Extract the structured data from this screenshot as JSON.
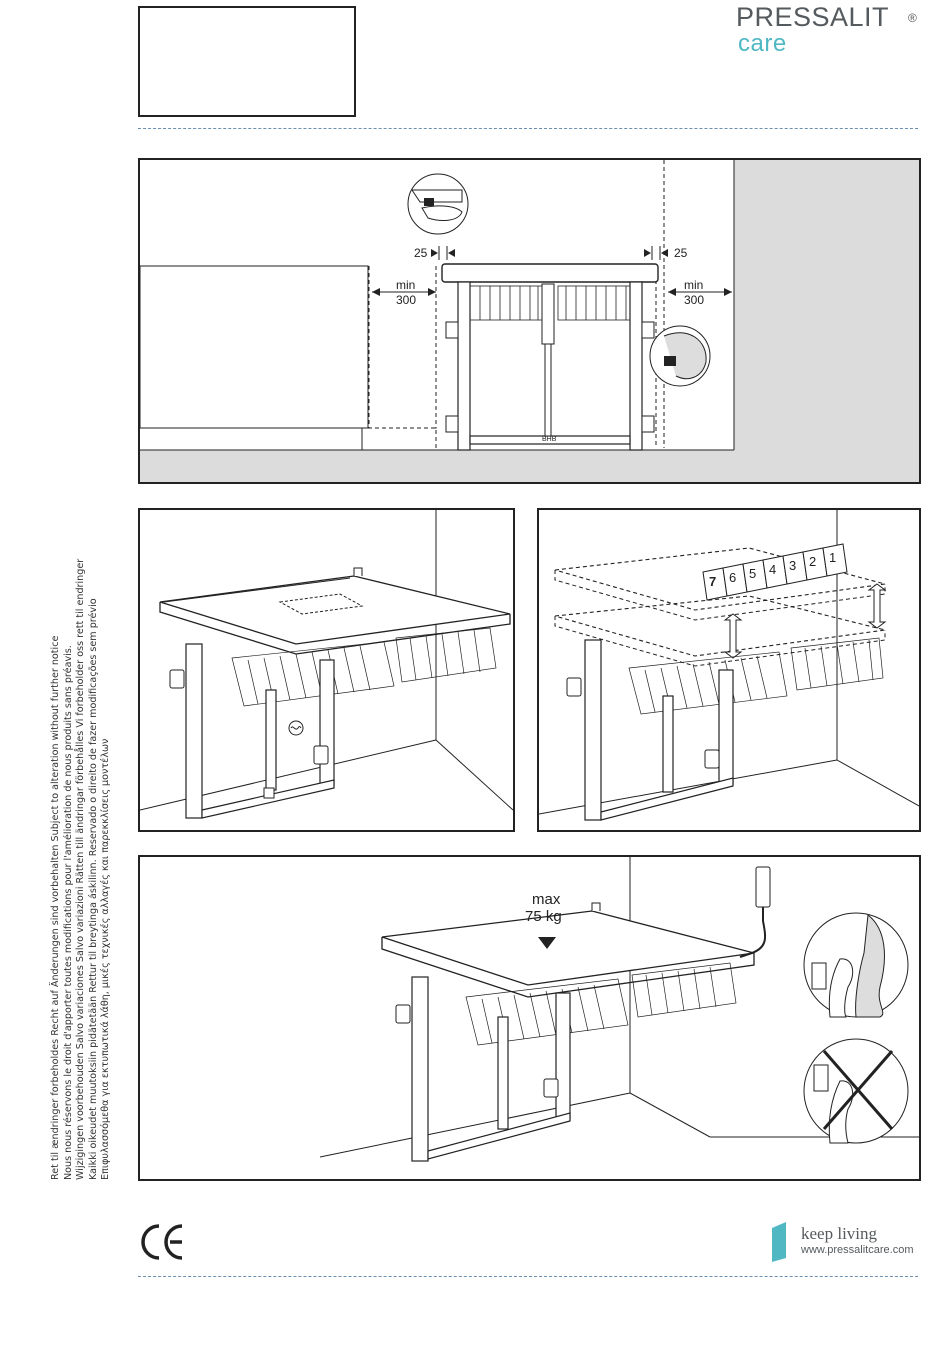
{
  "brand": {
    "name": "PRESSALIT",
    "sub": "care",
    "tagline": "keep living",
    "website": "www.pressalitcare.com",
    "colors": {
      "brand_gray": "#555a5e",
      "brand_teal": "#4fb8c3",
      "dash_blue": "#6a8fb0"
    }
  },
  "disclaimer": [
    "Ret til ændringer forbeholdes  Recht auf Änderungen sind vorbehalten  Subject to alteration without further notice",
    "Nous nous réservons le droit d'apporter toutes modifications pour l'amélioration de nous produits sans préavis.",
    "Wijzigingen voorbehouden  Salvo variaciones  Salvo variazioni  Rätten till ändringar förbehålles  Vi forbeholder oss rett til endringer",
    "Kaikki oikeudet muutoksiin pidätetään  Rettur til breytinga áskilinn. Reservado o direito de fazer modificações sem prévio",
    "Επιφυλασσόμεθα για εκτυπωτικά λάθη, μικές τεχνικές αλλαγές και παρεκκλίσεις μοντέλων"
  ],
  "panel1": {
    "clear_left": "25",
    "clear_right": "25",
    "min_label": "min",
    "min_value": "300",
    "cylinder_label": "ВНВ"
  },
  "panel3": {
    "positions": [
      "7",
      "6",
      "5",
      "4",
      "3",
      "2",
      "1"
    ]
  },
  "panel4": {
    "max_label": "max",
    "max_load": "75 kg"
  },
  "icons": {
    "ce_mark": "ce-mark-icon",
    "keep_living": "keep-living-icon",
    "crossed_operator": "crossed-operator-icon"
  }
}
